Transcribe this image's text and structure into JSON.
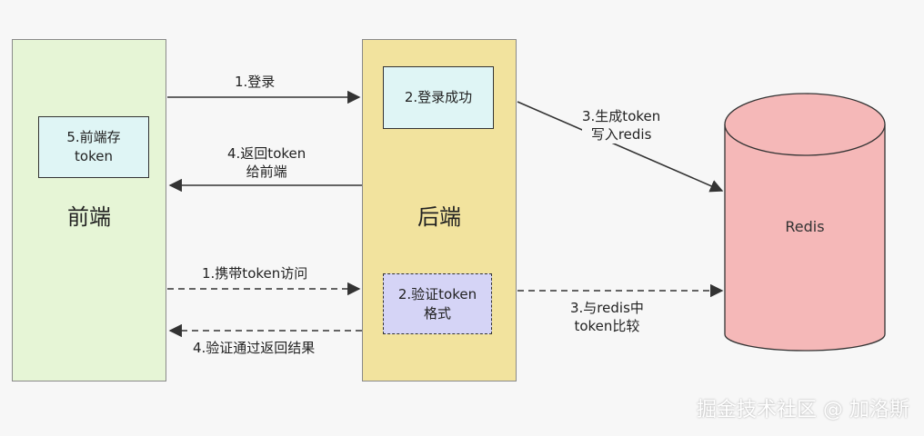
{
  "nodes": {
    "frontend": "前端",
    "backend": "后端",
    "store_token": "5.前端存\ntoken",
    "login_success": "2.登录成功",
    "verify_format": "2.验证token\n格式",
    "redis": "Redis"
  },
  "edges": {
    "login": "1.登录",
    "return_token": "4.返回token\n给前端",
    "carry_token": "1.携带token访问",
    "verify_result": "4.验证通过返回结果",
    "generate_token": "3.生成token\n写入redis",
    "compare_token": "3.与redis中\ntoken比较"
  },
  "watermark": "掘金技术社区 @ 加洛斯",
  "colors": {
    "frontend_fill": "#e6f5d6",
    "backend_fill": "#f2e39e",
    "subbox_fill": "#dff5f5",
    "verify_fill": "#d5d4f6",
    "redis_fill": "#f5b8b8",
    "line": "#333333"
  }
}
